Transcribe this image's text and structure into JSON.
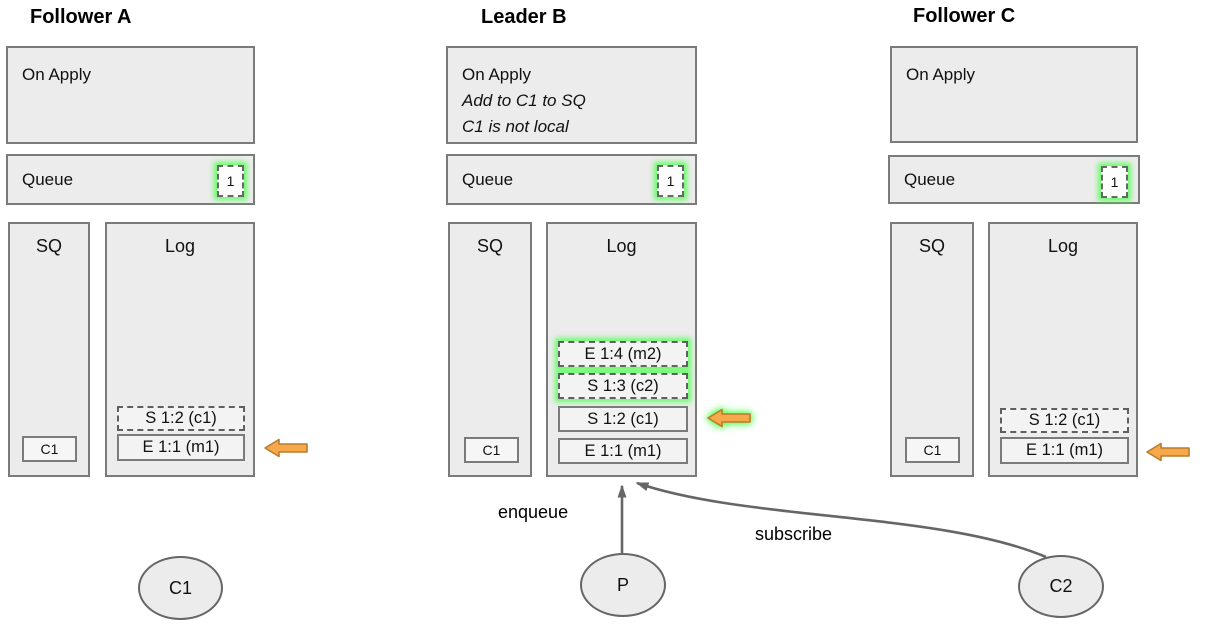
{
  "colors": {
    "box_fill": "#ececec",
    "box_border": "#7b7b7b",
    "glow_green": "#53ff53",
    "orange_arrow_fill": "#f6a84b",
    "orange_arrow_stroke": "#b97d2a",
    "connector_gray": "#666666"
  },
  "nodes": [
    {
      "title": "Follower A",
      "on_apply": {
        "line1": "On Apply"
      },
      "queue": {
        "label": "Queue",
        "count": "1"
      },
      "sq": {
        "label": "SQ",
        "item": "C1"
      },
      "log": {
        "label": "Log",
        "entries": [
          {
            "text": "S 1:2 (c1)",
            "style": "dashed"
          },
          {
            "text": "E 1:1 (m1)",
            "style": "solid"
          }
        ]
      }
    },
    {
      "title": "Leader B",
      "on_apply": {
        "line1": "On Apply",
        "line2": "Add to C1 to SQ",
        "line3": "C1 is not local"
      },
      "queue": {
        "label": "Queue",
        "count": "1"
      },
      "sq": {
        "label": "SQ",
        "item": "C1"
      },
      "log": {
        "label": "Log",
        "entries": [
          {
            "text": "E 1:4 (m2)",
            "style": "dashed-glow"
          },
          {
            "text": "S 1:3 (c2)",
            "style": "dashed-glow"
          },
          {
            "text": "S 1:2 (c1)",
            "style": "solid"
          },
          {
            "text": "E 1:1 (m1)",
            "style": "solid"
          }
        ]
      }
    },
    {
      "title": "Follower C",
      "on_apply": {
        "line1": "On Apply"
      },
      "queue": {
        "label": "Queue",
        "count": "1"
      },
      "sq": {
        "label": "SQ",
        "item": "C1"
      },
      "log": {
        "label": "Log",
        "entries": [
          {
            "text": "S 1:2 (c1)",
            "style": "dashed"
          },
          {
            "text": "E 1:1 (m1)",
            "style": "solid"
          }
        ]
      }
    }
  ],
  "actors": [
    {
      "label": "C1"
    },
    {
      "label": "P"
    },
    {
      "label": "C2"
    }
  ],
  "edges": {
    "enqueue_label": "enqueue",
    "subscribe_label": "subscribe"
  }
}
